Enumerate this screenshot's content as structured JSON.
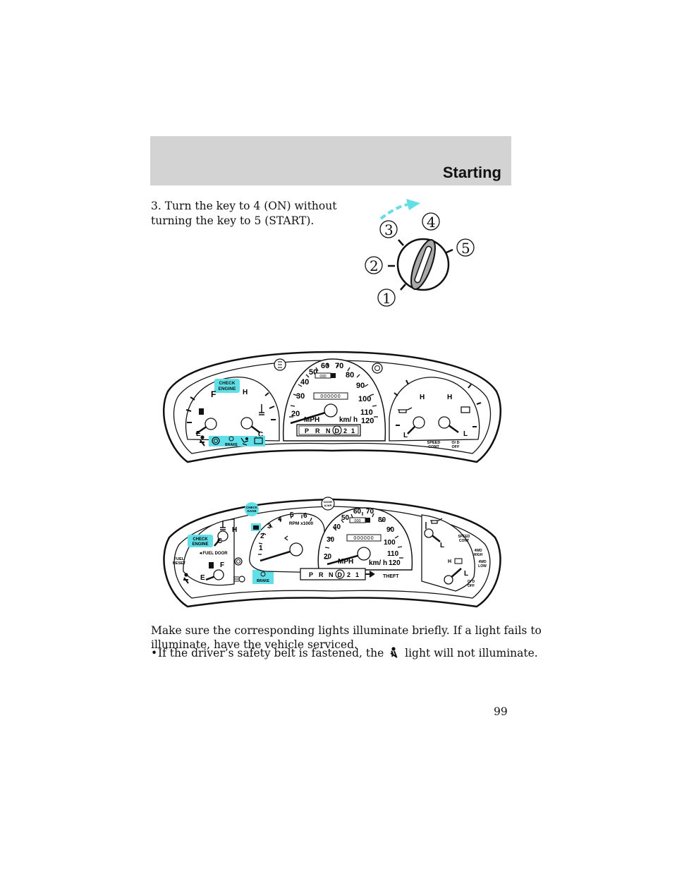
{
  "header": {
    "section_title": "Starting"
  },
  "step": {
    "line1": "3. Turn the key to 4 (ON) without",
    "line2": "turning the key to 5 (START)."
  },
  "ignition": {
    "positions": [
      "1",
      "2",
      "3",
      "4",
      "5"
    ]
  },
  "cluster1": {
    "speedo_ticks": [
      "20",
      "30",
      "40",
      "50",
      "60",
      "70",
      "80",
      "90",
      "100",
      "110",
      "120"
    ],
    "mph_label": "MPH",
    "kmh_label": "km/ h",
    "gear": [
      "P",
      "R",
      "N",
      "D",
      "2",
      "1"
    ],
    "odometer": "000000",
    "trip": "000",
    "check_engine": [
      "CHECK",
      "ENGINE"
    ],
    "brake": "BRAKE",
    "speed_cont": [
      "SPEED",
      "CONT"
    ],
    "od_off": [
      "O/ D",
      "OFF"
    ],
    "fuel_marks": [
      "F",
      "E"
    ],
    "temp_marks": [
      "H",
      "C"
    ],
    "oil_marks": [
      "H",
      "L"
    ],
    "batt_marks": [
      "H",
      "L"
    ]
  },
  "cluster2": {
    "tach_ticks": [
      "1",
      "2",
      "3",
      "4",
      "5",
      "6"
    ],
    "rpm_label": "RPM x1000",
    "speedo_ticks": [
      "20",
      "30",
      "40",
      "50",
      "60",
      "70",
      "80",
      "90",
      "100",
      "110",
      "120"
    ],
    "mph_label": "MPH",
    "kmh_label": "km/ h",
    "gear": [
      "P",
      "R",
      "N",
      "D",
      "2",
      "1"
    ],
    "odometer": "000000",
    "trip": "000",
    "check_gage": [
      "CHECK",
      "GAGE"
    ],
    "door_ajar": [
      "DOOR",
      "AJAR"
    ],
    "check_engine": [
      "CHECK",
      "ENGINE"
    ],
    "fuel_reset": [
      "FUEL",
      "RESET"
    ],
    "fuel_door": "◄FUEL DOOR",
    "brake": "BRAKE",
    "theft": "THEFT",
    "speed_cont": [
      "SPEED",
      "CONT"
    ],
    "fourwd_high": [
      "4WD",
      "HIGH"
    ],
    "fourwd_low": [
      "4WD",
      "LOW"
    ],
    "od_off": [
      "O/ D",
      "OFF"
    ],
    "fuel_marks": [
      "F",
      "E"
    ],
    "temp_marks": [
      "H",
      "C"
    ],
    "oil_marks": [
      "H",
      "L"
    ],
    "batt_marks": [
      "H",
      "L"
    ]
  },
  "body": {
    "line1": "Make sure the corresponding lights illuminate briefly. If a light fails to",
    "line2": "illuminate, have the vehicle serviced.",
    "bullet_pre": "If the driver’s safety belt is fastened, the",
    "bullet_post": "light will not illuminate."
  },
  "page_number": "99",
  "colors": {
    "header_band": "#d3d3d3",
    "accent": "#5fe0e8",
    "key_body": "#a9a9a9"
  },
  "icons": [
    "ignition-key-icon",
    "arrow-icon",
    "seatbelt-icon",
    "brake-icon",
    "airbag-icon",
    "battery-icon",
    "fuel-pump-icon",
    "coolant-icon",
    "oil-can-icon",
    "headlamp-icon",
    "door-icon"
  ]
}
